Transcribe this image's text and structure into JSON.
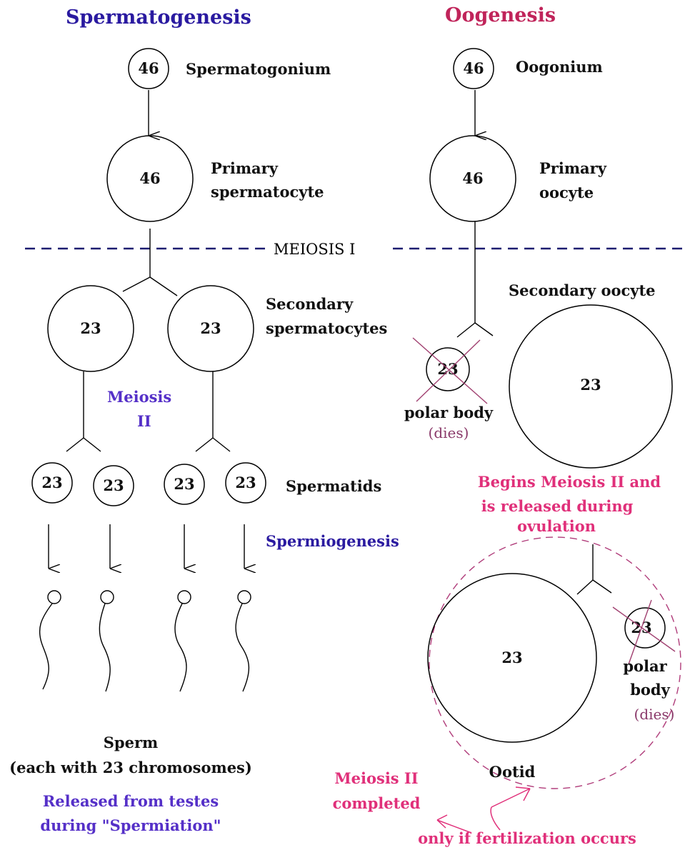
{
  "headers": {
    "spermatogenesis": "Spermatogenesis",
    "oogenesis": "Oogenesis"
  },
  "meiosis_label": "MEIOSIS I",
  "sperm_side": {
    "spermatogonium_count": "46",
    "spermatogonium_label": "Spermatogonium",
    "primary_count": "46",
    "primary_label_1": "Primary",
    "primary_label_2": "spermatocyte",
    "secondary_count_a": "23",
    "secondary_count_b": "23",
    "secondary_label_1": "Secondary",
    "secondary_label_2": "spermatocytes",
    "meiosis2_line1": "Meiosis",
    "meiosis2_line2": "II",
    "spermatid_counts": [
      "23",
      "23",
      "23",
      "23"
    ],
    "spermatids_label": "Spermatids",
    "spermiogenesis_label": "Spermiogenesis",
    "sperm_label": "Sperm",
    "sperm_note": "(each with 23 chromosomes)",
    "released_1": "Released from testes",
    "released_2": "during \"Spermiation\""
  },
  "oo_side": {
    "oogonium_count": "46",
    "oogonium_label": "Oogonium",
    "primary_count": "46",
    "primary_label_1": "Primary",
    "primary_label_2": "oocyte",
    "secondary_label": "Secondary oocyte",
    "secondary_count": "23",
    "polar1_count": "23",
    "polar1_label": "polar body",
    "polar1_dies": "(dies)",
    "begins_1": "Begins Meiosis II and",
    "begins_2": "is released during",
    "begins_3": "ovulation",
    "ootid_count": "23",
    "polar2_count": "23",
    "polar2_label_1": "polar",
    "polar2_label_2": "body",
    "polar2_dies": "(dies)",
    "ootid_label": "Ootid",
    "completed_1": "Meiosis II",
    "completed_2": "completed",
    "fertilization_note": "only if fertilization occurs"
  },
  "colors": {
    "header_sperm": "#2a1aa0",
    "header_oo": "#c0245a",
    "purple": "#5530c8",
    "pink": "#e0307a",
    "dies": "#8a3a6a",
    "dashed_line": "#1c1c70",
    "cross": "#a04070"
  }
}
